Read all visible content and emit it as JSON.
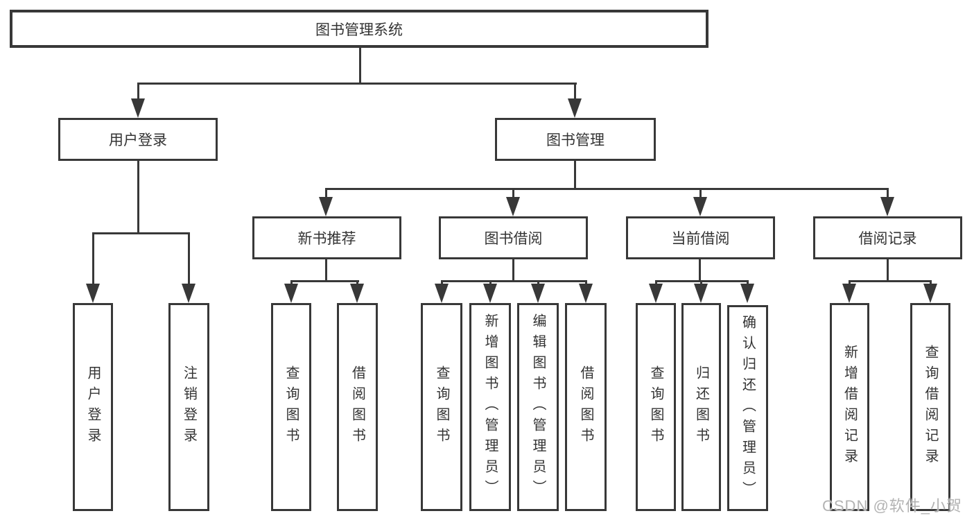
{
  "watermark": "CSDN @软件_小贺同学",
  "colors": {
    "line": "#383838",
    "text": "#333333",
    "box_background": "#ffffff",
    "watermark": "#b3b3b3"
  },
  "tree": {
    "root": {
      "label": "图书管理系统",
      "children": [
        {
          "label": "用户登录",
          "children": [
            {
              "label": "用户登录"
            },
            {
              "label": "注销登录"
            }
          ]
        },
        {
          "label": "图书管理",
          "children": [
            {
              "label": "新书推荐",
              "children": [
                {
                  "label": "查询图书"
                },
                {
                  "label": "借阅图书"
                }
              ]
            },
            {
              "label": "图书借阅",
              "children": [
                {
                  "label": "查询图书"
                },
                {
                  "label": "新增图书（管理员）"
                },
                {
                  "label": "编辑图书（管理员）"
                },
                {
                  "label": "借阅图书"
                }
              ]
            },
            {
              "label": "当前借阅",
              "children": [
                {
                  "label": "查询图书"
                },
                {
                  "label": "归还图书"
                },
                {
                  "label": "确认归还（管理员）"
                }
              ]
            },
            {
              "label": "借阅记录",
              "children": [
                {
                  "label": "新增借阅记录"
                },
                {
                  "label": "查询借阅记录"
                }
              ]
            }
          ]
        }
      ]
    }
  }
}
